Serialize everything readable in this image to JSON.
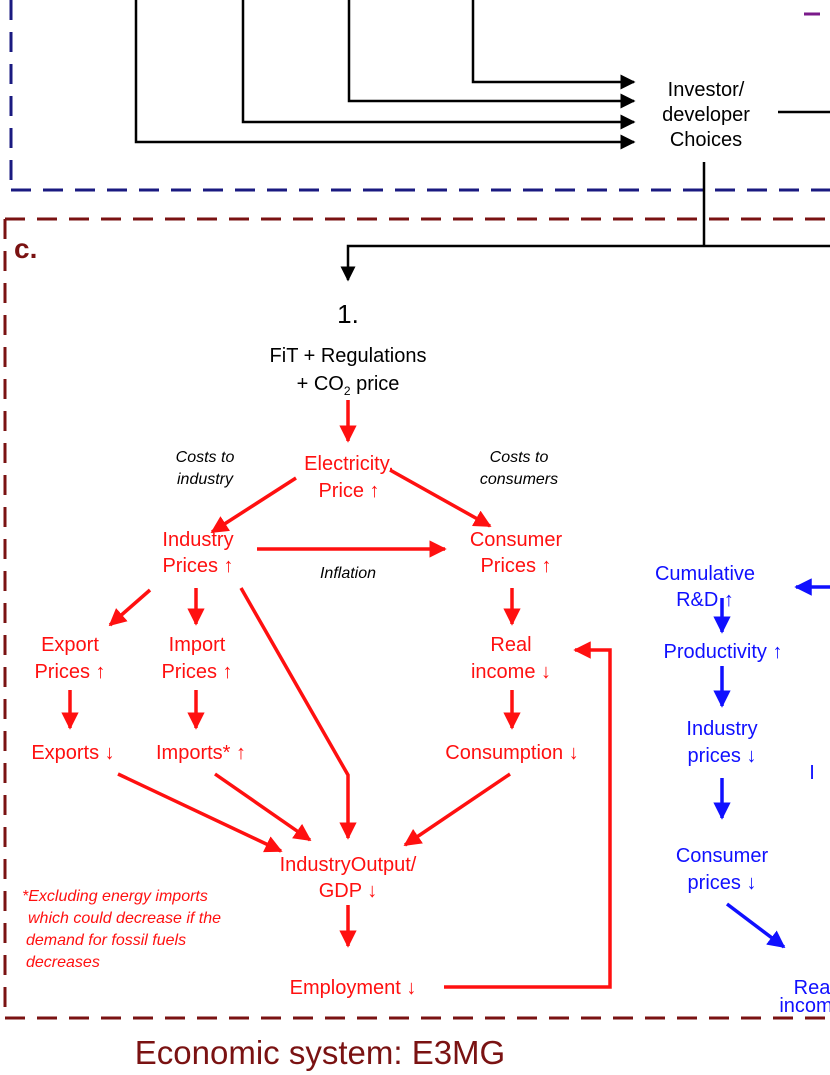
{
  "panel_label": "c.",
  "footer_title": "Economic system: E3MG",
  "top": {
    "investor_lines": [
      "Investor/",
      "developer",
      "Choices"
    ]
  },
  "step_number": "1.",
  "policy": {
    "line1": "FiT + Regulations",
    "line2_prefix": "+ CO",
    "line2_sub": "2",
    "line2_suffix": " price"
  },
  "red_nodes": {
    "electricity": [
      "Electricity.",
      "Price ↑"
    ],
    "industry_prices": [
      "Industry",
      "Prices ↑"
    ],
    "consumer_prices": [
      "Consumer",
      "Prices ↑"
    ],
    "export_prices": [
      "Export",
      "Prices ↑"
    ],
    "import_prices": [
      "Import",
      "Prices ↑"
    ],
    "real_income": [
      "Real",
      "income ↓"
    ],
    "exports": "Exports ↓",
    "imports": "Imports* ↑",
    "consumption": "Consumption ↓",
    "industry_output": [
      "IndustryOutput/",
      "GDP ↓"
    ],
    "employment": "Employment ↓"
  },
  "edge_labels": {
    "costs_industry": [
      "Costs to",
      "industry"
    ],
    "costs_consumers": [
      "Costs to",
      "consumers"
    ],
    "inflation": "Inflation"
  },
  "footnote": [
    "*Excluding energy imports",
    "which could decrease if the",
    "demand for fossil fuels",
    "decreases"
  ],
  "blue_nodes": {
    "cumulative_rd": [
      "Cumulative",
      "R&D ↑"
    ],
    "productivity": "Productivity  ↑",
    "industry_prices": [
      "Industry",
      "prices ↓"
    ],
    "consumer_prices": [
      "Consumer",
      "prices ↓"
    ],
    "real_income_partial": [
      "Rea",
      "incom"
    ],
    "partial_letter": "I"
  },
  "colors": {
    "red": "#ff1010",
    "blue": "#1010ff",
    "maroon": "#7a1212",
    "navy": "#1a1a80",
    "purple": "#7a1a8a"
  }
}
